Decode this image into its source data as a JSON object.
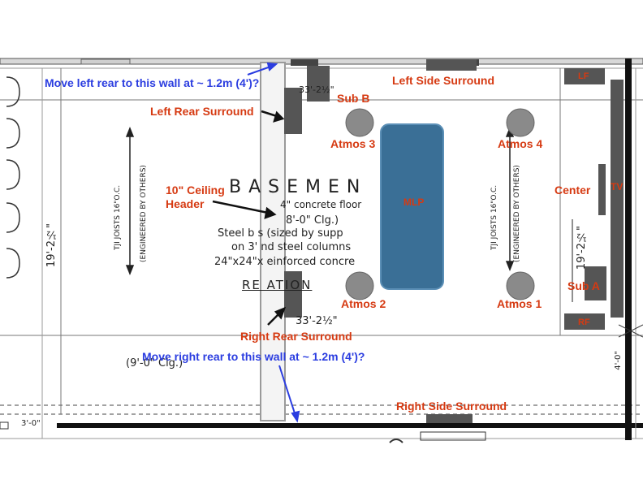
{
  "annotations": {
    "move_left_rear": "Move left rear to this wall at ~ 1.2m (4')?",
    "move_right_rear": "Move right rear to this wall at ~ 1.2m (4')?",
    "left_side_surround": "Left Side Surround",
    "right_side_surround": "Right Side Surround",
    "left_rear_surround": "Left Rear Surround",
    "right_rear_surround": "Right Rear Surround",
    "ceiling_header_line1": "10\" Ceiling",
    "ceiling_header_line2": "Header",
    "sub_b": "Sub B",
    "sub_a": "Sub A",
    "atmos_1": "Atmos 1",
    "atmos_2": "Atmos 2",
    "atmos_3": "Atmos 3",
    "atmos_4": "Atmos 4",
    "mlp": "MLP",
    "center": "Center",
    "tv": "TV",
    "lf": "LF",
    "rf": "RF"
  },
  "plan_text": {
    "joists_left": "TJI JOISTS 16\"O.C.",
    "engineered_left": "(ENGINEERED BY OTHERS)",
    "joists_right": "TJI JOISTS 16\"O.C.",
    "engineered_right": "(ENGINEERED BY OTHERS)",
    "dim_left": "19'-2½\"",
    "dim_right": "19'-2½\"",
    "basement": "BASEMEN",
    "concrete_floor": "4\" concrete floor",
    "clg_8": "8'-0\" Clg.)",
    "steel_beams": "Steel b    s (sized by supp",
    "steel_columns": "on 3'    nd steel columns",
    "reinforced": "24\"x24\"x   einforced concre",
    "recreation": "RE        ATION",
    "dim_top": "33'-2½\"",
    "dim_bottom": "33'-2½\"",
    "clg_9": "(9'-0\" Clg.)",
    "dim_3ft": "3'-0\"",
    "dim_4ft": "4'-0\""
  },
  "colors": {
    "annotation_red": "#d63a12",
    "annotation_blue": "#2b3de0",
    "mlp_blue": "#3a6f96",
    "speaker_gray": "#555555",
    "atmos_gray": "#8a8a8a"
  }
}
